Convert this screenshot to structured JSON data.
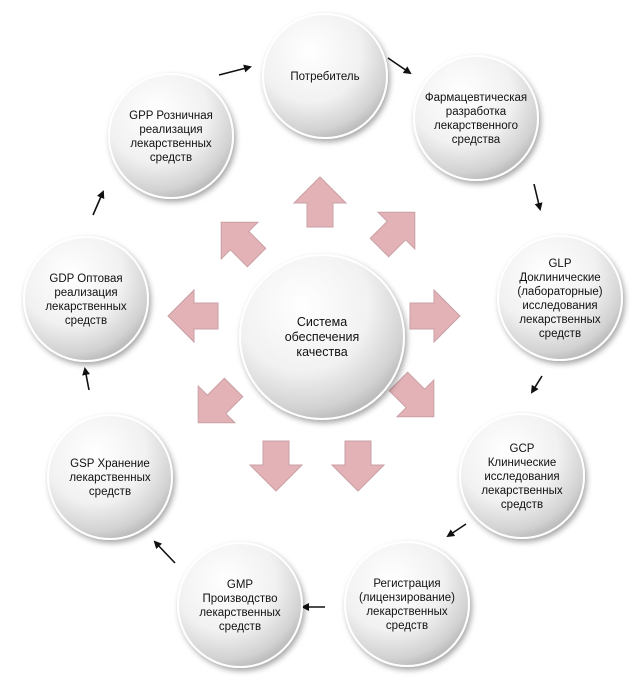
{
  "center": {
    "lines": [
      "Система",
      "обеспечения",
      "качества"
    ]
  },
  "nodes": [
    {
      "id": "consumer",
      "lines": [
        "Потребитель"
      ]
    },
    {
      "id": "pharm-dev",
      "lines": [
        "Фармацевтическая",
        "разработка",
        "лекарственного",
        "средства"
      ]
    },
    {
      "id": "glp",
      "lines": [
        "GLP",
        "Доклинические",
        "(лабораторные)",
        "исследования",
        "лекарственных",
        "средств"
      ]
    },
    {
      "id": "gcp",
      "lines": [
        "GCP",
        "Клинические",
        "исследования",
        "лекарственных",
        "средств"
      ]
    },
    {
      "id": "registration",
      "lines": [
        "Регистрация",
        "(лицензирование)",
        "лекарственных",
        "средств"
      ]
    },
    {
      "id": "gmp",
      "lines": [
        "GMP",
        "Производство",
        "лекарственных",
        "средств"
      ]
    },
    {
      "id": "gsp",
      "lines": [
        "GSP Хранение",
        "лекарственных",
        "средств"
      ]
    },
    {
      "id": "gdp",
      "lines": [
        "GDP Оптовая",
        "реализация",
        "лекарственных",
        "средств"
      ]
    },
    {
      "id": "gpp",
      "lines": [
        "GPP Розничная",
        "реализация",
        "лекарственных",
        "средств"
      ]
    }
  ],
  "colors": {
    "outward_arrow_fill": "#e3b2b7",
    "outward_arrow_stroke": "#c9a0a4",
    "cycle_arrow": "#111111",
    "circle_light": "#ffffff",
    "circle_dark": "#b6b6b6"
  }
}
